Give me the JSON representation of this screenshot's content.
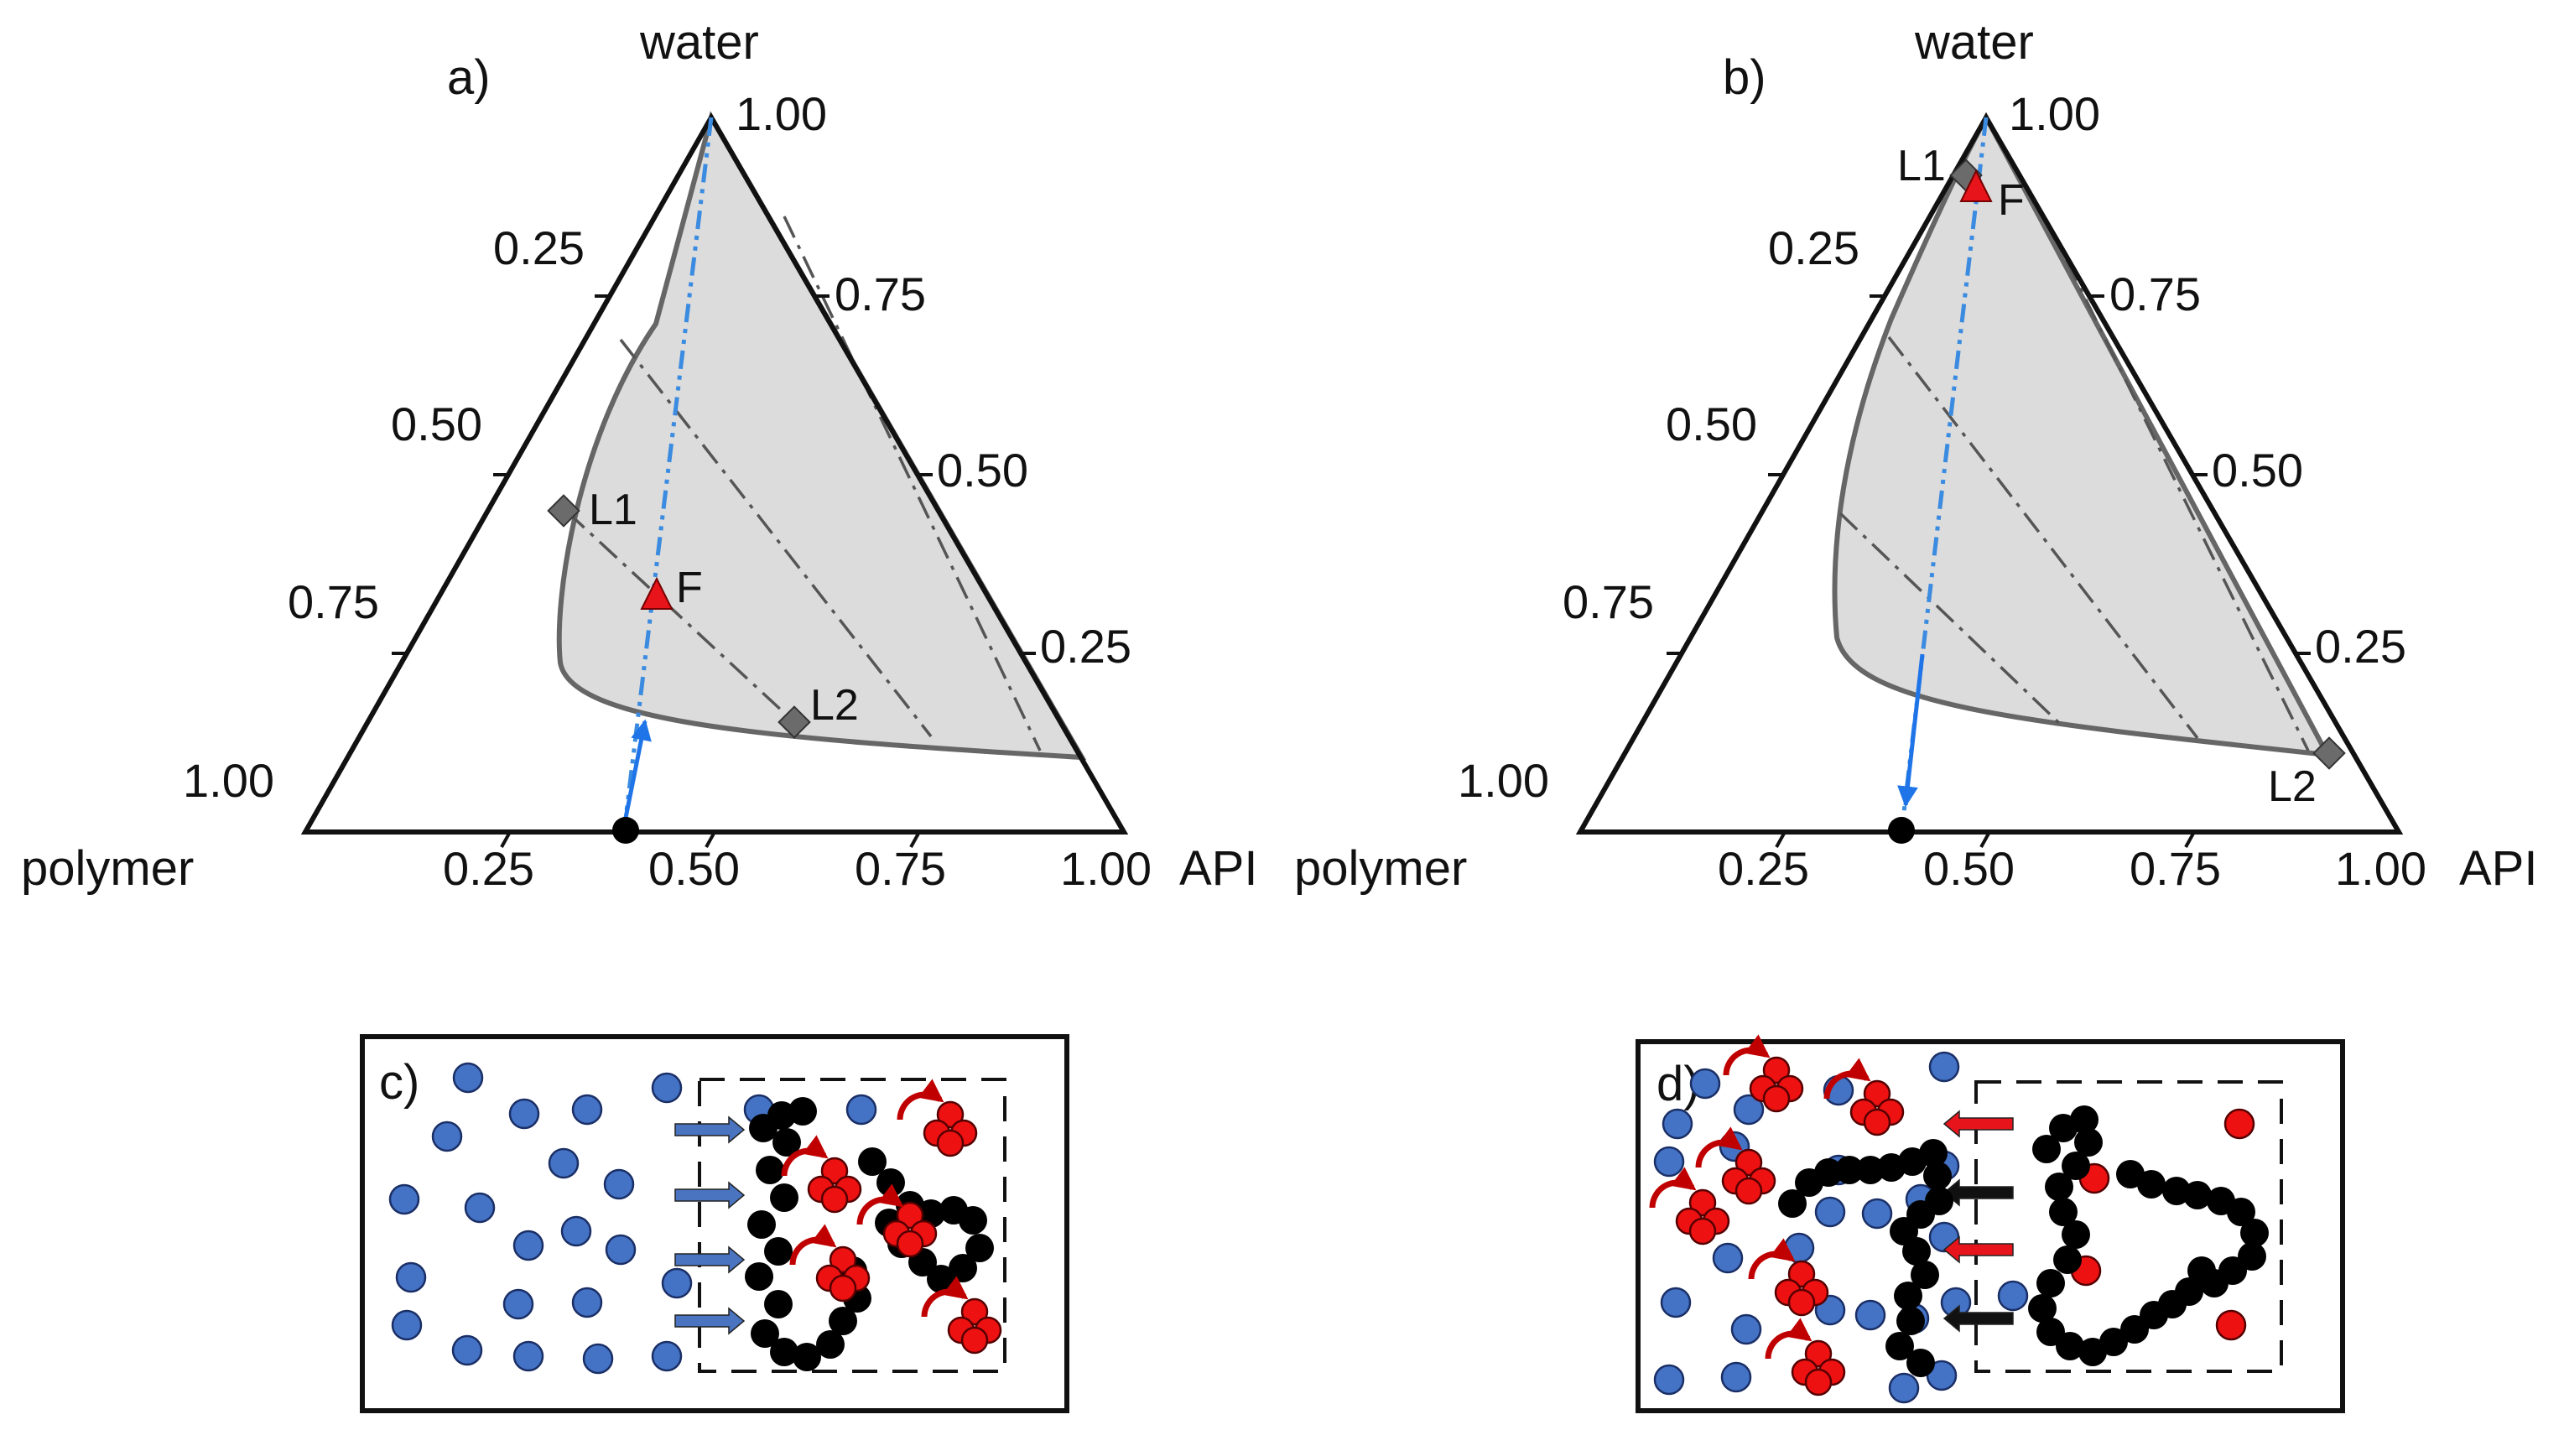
{
  "panels": {
    "a": {
      "label": "a)",
      "apex_top": "water",
      "apex_left": "polymer",
      "apex_right": "API",
      "left_ticks": [
        "0.25",
        "0.50",
        "0.75",
        "1.00"
      ],
      "right_ticks": [
        "1.00",
        "0.75",
        "0.50",
        "0.25"
      ],
      "bottom_ticks": [
        "0.25",
        "0.50",
        "0.75",
        "1.00"
      ],
      "points": {
        "L1": "L1",
        "F": "F",
        "L2": "L2"
      }
    },
    "b": {
      "label": "b)",
      "apex_top": "water",
      "apex_left": "polymer",
      "apex_right": "API",
      "left_ticks": [
        "0.25",
        "0.50",
        "0.75",
        "1.00"
      ],
      "right_ticks": [
        "1.00",
        "0.75",
        "0.50",
        "0.25"
      ],
      "bottom_ticks": [
        "0.25",
        "0.50",
        "0.75",
        "1.00"
      ],
      "points": {
        "L1": "L1",
        "F": "F",
        "L2": "L2"
      }
    },
    "c": {
      "label": "c)"
    },
    "d": {
      "label": "d)"
    }
  },
  "colors": {
    "region_fill": "#dcdcdc",
    "binodal": "#666666",
    "tieline": "#555555",
    "path": "#3b8be0",
    "feed": "#e8141b",
    "marker": "#6b6b6b",
    "water_molecule": "#4472c4",
    "api_molecule": "#ee1111",
    "polymer_bead": "#000000",
    "arrow_blue": "#4a74c0",
    "arrow_red": "#e8141b"
  },
  "icons": {
    "rotation_arrow": "curved-arrow-icon",
    "inflow_arrow": "right-arrow-icon",
    "outflow_arrow": "left-arrow-icon"
  }
}
